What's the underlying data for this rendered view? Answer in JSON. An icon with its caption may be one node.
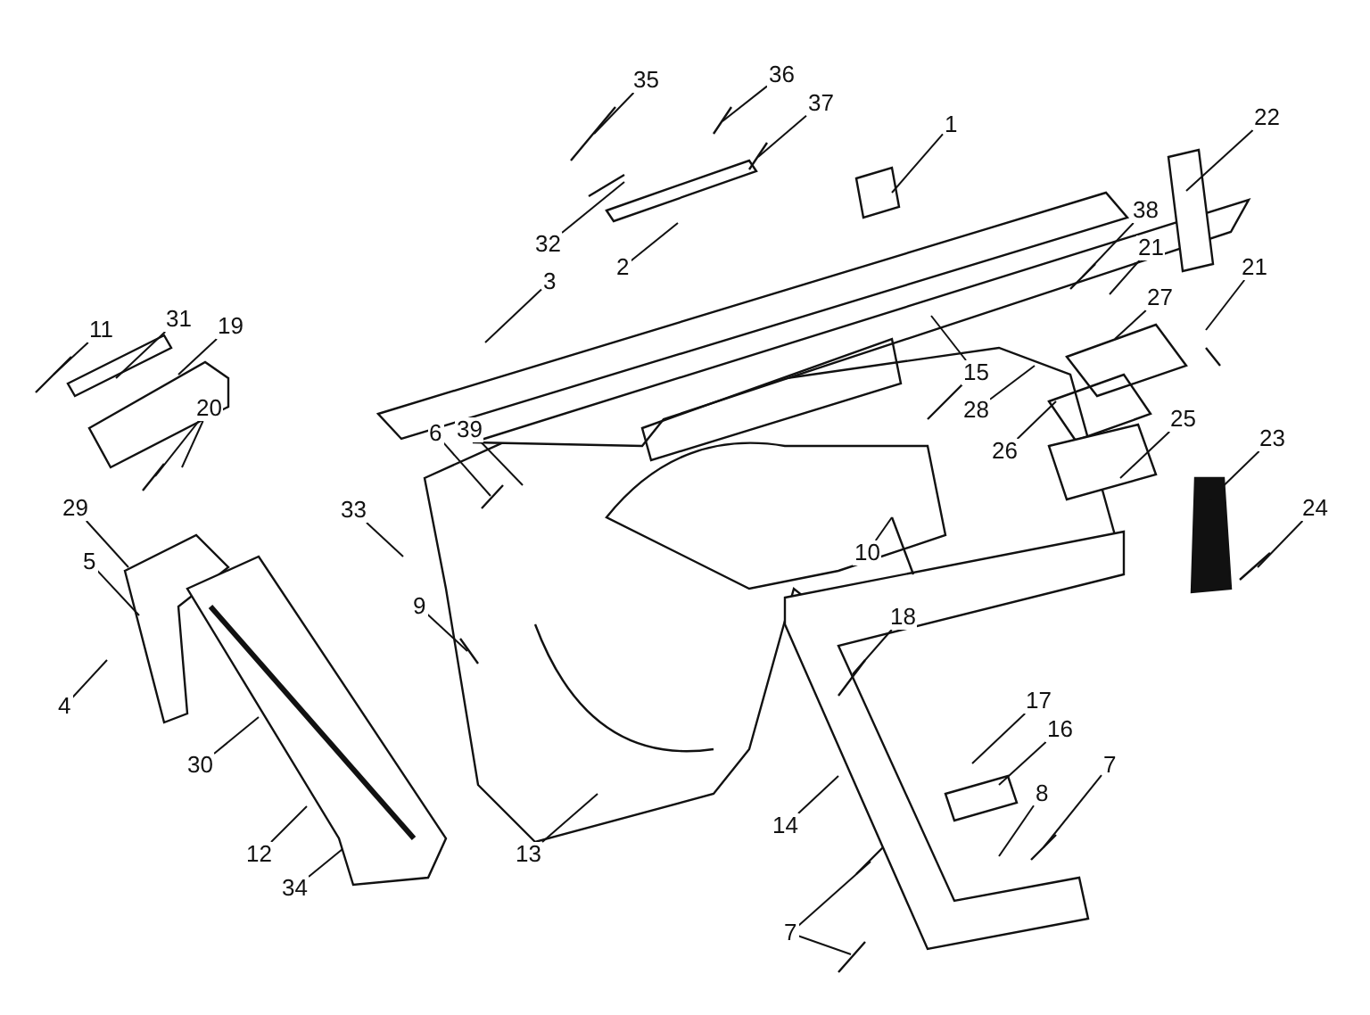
{
  "diagram": {
    "nodes": [
      {
        "text": [
          "36"
        ]
      },
      {
        "text": [
          "35"
        ]
      },
      {
        "text": [
          "37"
        ]
      },
      {
        "text": [
          "22"
        ]
      },
      {
        "text": [
          "1"
        ]
      },
      {
        "text": [
          "38"
        ]
      },
      {
        "text": [
          "32"
        ]
      },
      {
        "text": [
          "21"
        ]
      },
      {
        "text": [
          "2"
        ]
      },
      {
        "text": [
          "21"
        ]
      },
      {
        "text": [
          "3"
        ]
      },
      {
        "text": [
          "27"
        ]
      },
      {
        "text": [
          "31"
        ]
      },
      {
        "text": [
          "11"
        ]
      },
      {
        "text": [
          "19"
        ]
      },
      {
        "text": [
          "15"
        ]
      },
      {
        "text": [
          "20"
        ]
      },
      {
        "text": [
          "28"
        ]
      },
      {
        "text": [
          "25"
        ]
      },
      {
        "text": [
          "39"
        ]
      },
      {
        "text": [
          "6"
        ]
      },
      {
        "text": [
          "23"
        ]
      },
      {
        "text": [
          "26"
        ]
      },
      {
        "text": [
          "29"
        ]
      },
      {
        "text": [
          "24"
        ]
      },
      {
        "text": [
          "33"
        ]
      },
      {
        "text": [
          "10"
        ]
      },
      {
        "text": [
          "5"
        ]
      },
      {
        "text": [
          "9"
        ]
      },
      {
        "text": [
          "18"
        ]
      },
      {
        "text": [
          "17"
        ]
      },
      {
        "text": [
          "4"
        ]
      },
      {
        "text": [
          "16"
        ]
      },
      {
        "text": [
          "30"
        ]
      },
      {
        "text": [
          "7"
        ]
      },
      {
        "text": [
          "8"
        ]
      },
      {
        "text": [
          "14"
        ]
      },
      {
        "text": [
          "12"
        ]
      },
      {
        "text": [
          "13"
        ]
      },
      {
        "text": [
          "34"
        ]
      },
      {
        "text": [
          "7"
        ]
      }
    ],
    "edges": [
      {
        "from": 0,
        "to": null,
        "arrow": "none"
      },
      {
        "from": 1,
        "to": null,
        "arrow": "none"
      },
      {
        "from": 2,
        "to": null,
        "arrow": "none"
      },
      {
        "from": 3,
        "to": null,
        "arrow": "none"
      },
      {
        "from": 4,
        "to": null,
        "arrow": "none"
      },
      {
        "from": 5,
        "to": null,
        "arrow": "none"
      },
      {
        "from": 6,
        "to": null,
        "arrow": "none"
      },
      {
        "from": 7,
        "to": null,
        "arrow": "none"
      },
      {
        "from": 8,
        "to": null,
        "arrow": "none"
      },
      {
        "from": 9,
        "to": null,
        "arrow": "none"
      },
      {
        "from": 10,
        "to": null,
        "arrow": "none"
      },
      {
        "from": 11,
        "to": null,
        "arrow": "none"
      },
      {
        "from": 12,
        "to": null,
        "arrow": "none"
      },
      {
        "from": 13,
        "to": null,
        "arrow": "none"
      },
      {
        "from": 14,
        "to": null,
        "arrow": "none"
      },
      {
        "from": 15,
        "to": null,
        "arrow": "none"
      },
      {
        "from": 16,
        "to": null,
        "arrow": "none"
      },
      {
        "from": 16,
        "to": null,
        "arrow": "none"
      },
      {
        "from": 17,
        "to": null,
        "arrow": "none"
      },
      {
        "from": 18,
        "to": null,
        "arrow": "none"
      },
      {
        "from": 19,
        "to": null,
        "arrow": "none"
      },
      {
        "from": 20,
        "to": null,
        "arrow": "none"
      },
      {
        "from": 21,
        "to": null,
        "arrow": "none"
      },
      {
        "from": 22,
        "to": null,
        "arrow": "none"
      },
      {
        "from": 23,
        "to": null,
        "arrow": "none"
      },
      {
        "from": 24,
        "to": null,
        "arrow": "none"
      },
      {
        "from": 25,
        "to": null,
        "arrow": "none"
      },
      {
        "from": 26,
        "to": null,
        "arrow": "none"
      },
      {
        "from": 27,
        "to": null,
        "arrow": "none"
      },
      {
        "from": 28,
        "to": null,
        "arrow": "none"
      },
      {
        "from": 29,
        "to": null,
        "arrow": "none"
      },
      {
        "from": 30,
        "to": null,
        "arrow": "none"
      },
      {
        "from": 31,
        "to": null,
        "arrow": "none"
      },
      {
        "from": 32,
        "to": null,
        "arrow": "none"
      },
      {
        "from": 33,
        "to": null,
        "arrow": "none"
      },
      {
        "from": 34,
        "to": null,
        "arrow": "none"
      },
      {
        "from": 35,
        "to": null,
        "arrow": "none"
      },
      {
        "from": 36,
        "to": null,
        "arrow": "none"
      },
      {
        "from": 37,
        "to": null,
        "arrow": "none"
      },
      {
        "from": 38,
        "to": null,
        "arrow": "none"
      },
      {
        "from": 39,
        "to": null,
        "arrow": "none"
      },
      {
        "from": 40,
        "to": null,
        "arrow": "none"
      },
      {
        "from": 40,
        "to": null,
        "arrow": "none"
      }
    ]
  }
}
